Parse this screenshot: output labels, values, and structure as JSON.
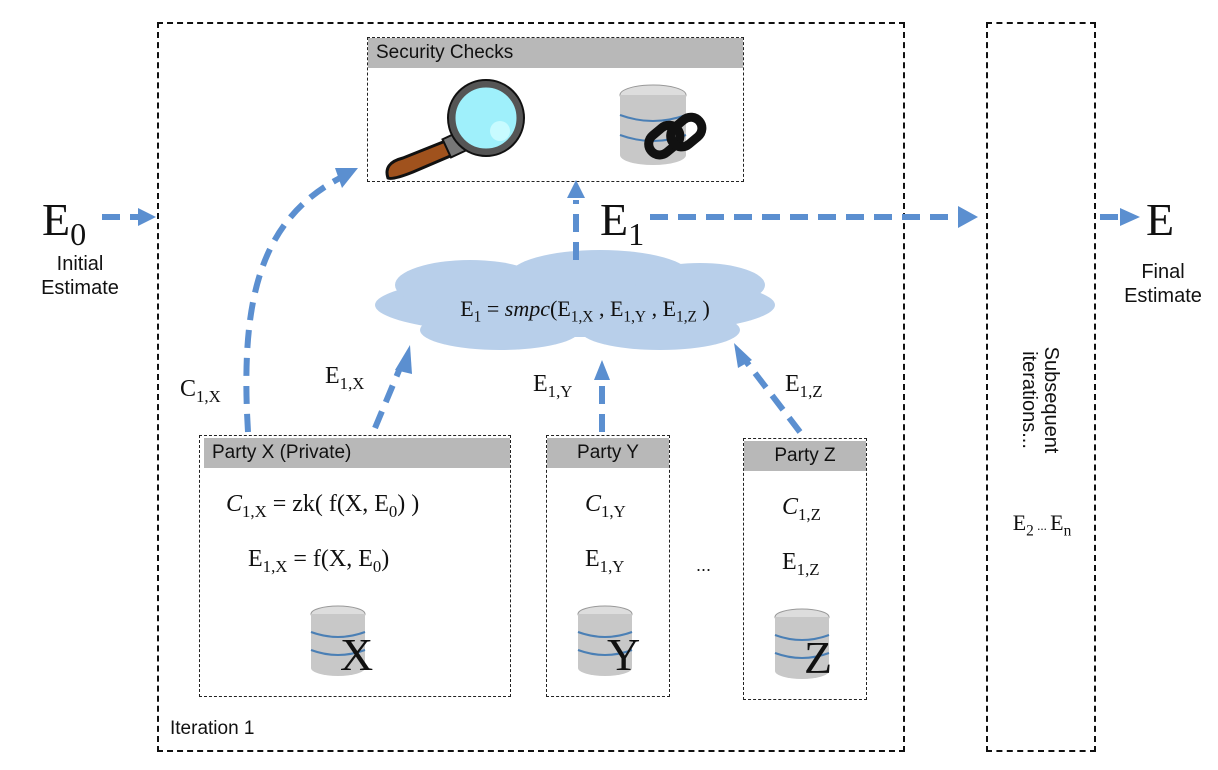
{
  "colors": {
    "arrow": "#5b8fd0",
    "cloud": "#b8cfea",
    "header": "#b8b8b8"
  },
  "left": {
    "symbol": "E",
    "sub": "0",
    "label_line1": "Initial",
    "label_line2": "Estimate"
  },
  "right": {
    "symbol": "E",
    "label_line1": "Final",
    "label_line2": "Estimate"
  },
  "iteration": {
    "label": "Iteration 1"
  },
  "security": {
    "title": "Security Checks",
    "icons": [
      "magnifier-icon",
      "database-link-icon"
    ]
  },
  "e1_output": {
    "symbol": "E",
    "sub": "1"
  },
  "cloud": {
    "lhs": "E",
    "lhs_sub": "1",
    "eq": " = ",
    "func": "smpc",
    "args": [
      "1,X",
      "1,Y",
      "1,Z"
    ]
  },
  "edges": {
    "c1x": "1,X",
    "e1x": "1,X",
    "e1y": "1,Y",
    "e1z": "1,Z"
  },
  "parties": [
    {
      "title": "Party X (Private)",
      "c_line": "C",
      "c_sub": "1,X",
      "c_rhs": " = zk( f(X, E",
      "c_rhs_sub": "0",
      "c_end": ") )",
      "e_line": "E",
      "e_sub": "1,X",
      "e_rhs": " = f(X, E",
      "e_rhs_sub": "0",
      "e_end": ")",
      "db_letter": "X"
    },
    {
      "title": "Party Y",
      "c_line": "C",
      "c_sub": "1,Y",
      "e_line": "E",
      "e_sub": "1,Y",
      "db_letter": "Y"
    },
    {
      "title": "Party Z",
      "c_line": "C",
      "c_sub": "1,Z",
      "e_line": "E",
      "e_sub": "1,Z",
      "db_letter": "Z"
    }
  ],
  "ellipsis": "...",
  "subsequent": {
    "line1": "Subsequent",
    "line2": "iterations...",
    "range_start": "E",
    "range_start_sub": "2",
    "range_mid": " ... ",
    "range_end": "E",
    "range_end_sub": "n"
  }
}
